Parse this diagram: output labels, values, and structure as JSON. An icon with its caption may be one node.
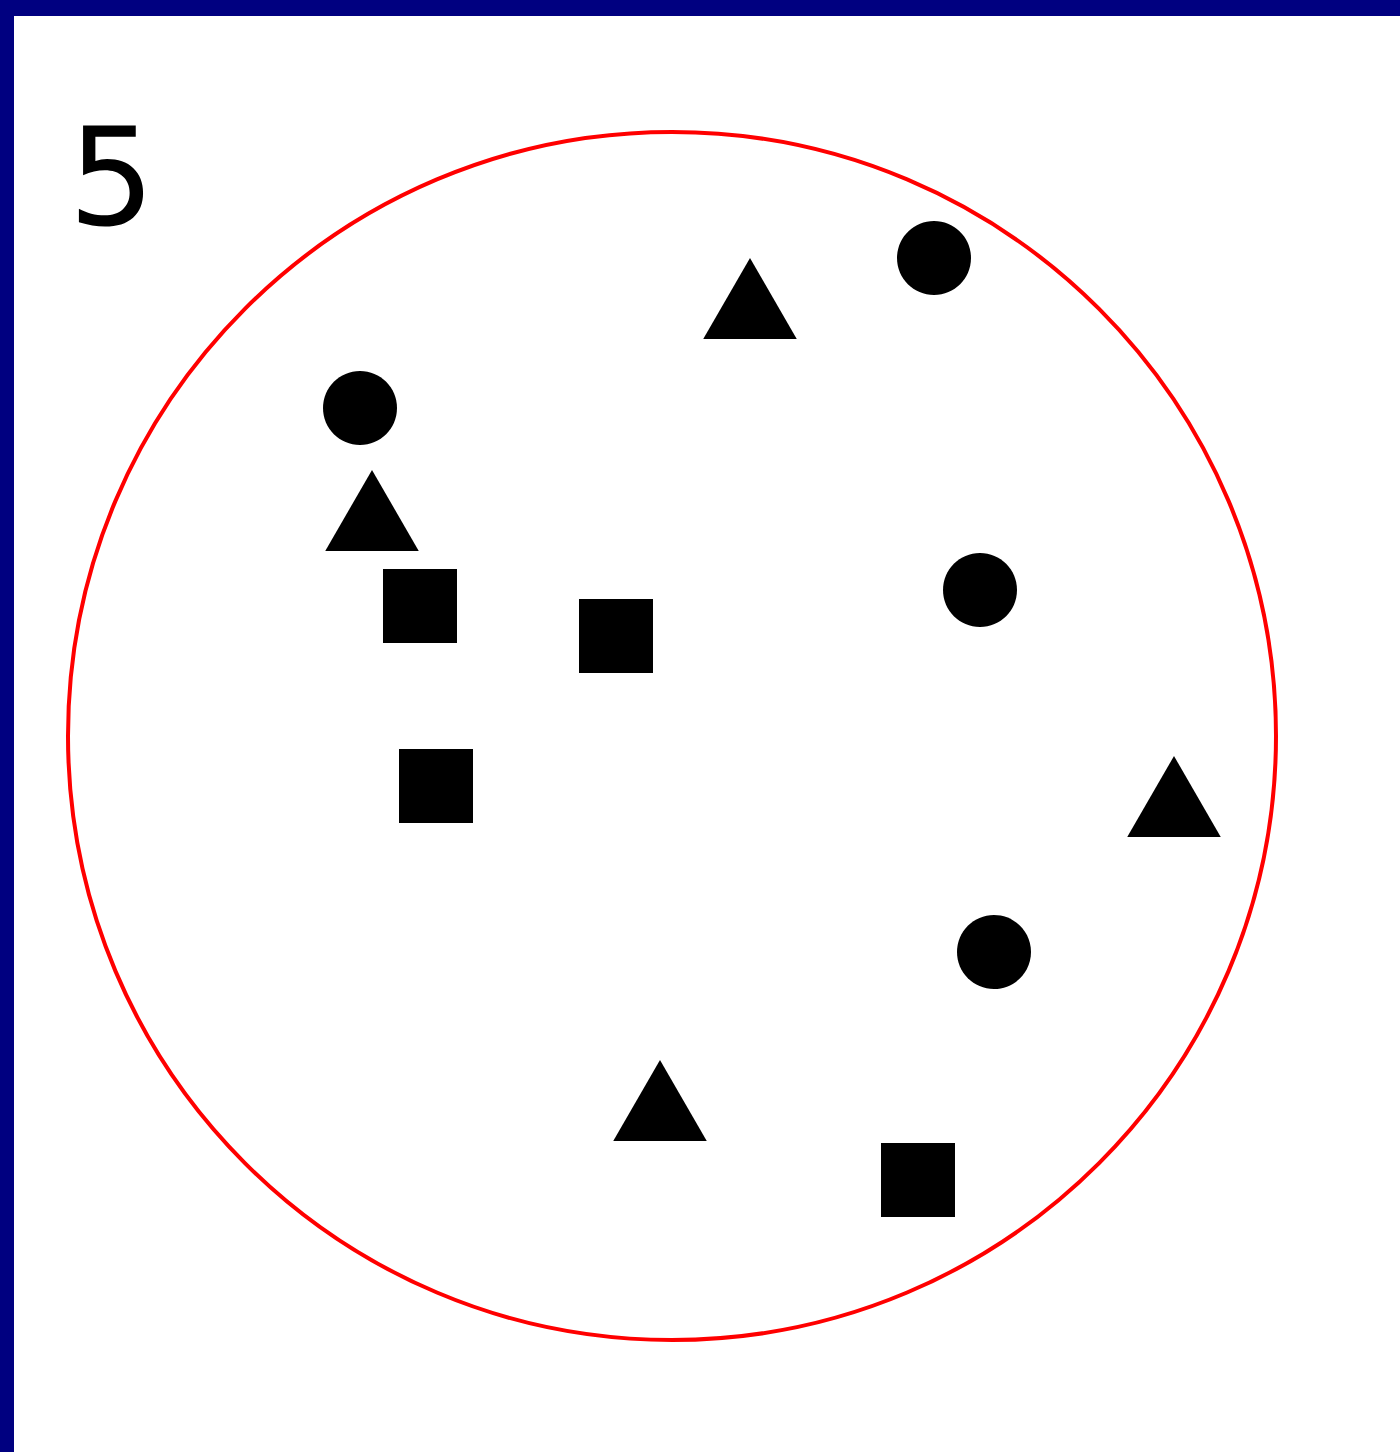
{
  "diagram": {
    "nodes": [
      {
        "text": [],
        "shape": "circle"
      },
      {
        "text": [],
        "shape": "circle",
        "in": 0
      },
      {
        "text": [],
        "shape": "triangle",
        "in": 0
      },
      {
        "text": [],
        "shape": "box",
        "in": 0
      },
      {
        "text": [],
        "shape": "box",
        "in": 0
      },
      {
        "text": [],
        "shape": "box",
        "in": 0
      },
      {
        "text": [],
        "shape": "triangle",
        "in": 0
      },
      {
        "text": [],
        "shape": "triangle",
        "in": 0
      },
      {
        "text": [],
        "shape": "box",
        "in": 0
      },
      {
        "text": [],
        "shape": "circle",
        "in": 0
      },
      {
        "text": [],
        "shape": "circle",
        "in": 0
      },
      {
        "text": [],
        "shape": "circle",
        "in": 0
      },
      {
        "text": [],
        "shape": "triangle",
        "in": 0
      }
    ],
    "labels": [
      "5"
    ]
  }
}
